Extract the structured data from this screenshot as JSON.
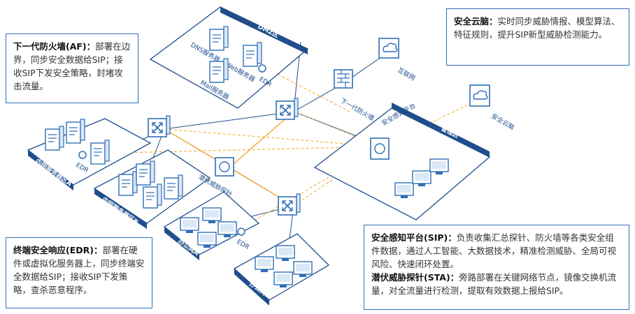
{
  "diagram": {
    "zones": {
      "dmz": "DMZ区",
      "mgmt": "管理区",
      "intranet_a": "内网服务器区A",
      "intranet_b": "内网服务器区B",
      "office_a": "办公网A",
      "office_b": "办公网B"
    },
    "nodes": {
      "dns": "DNS服务器",
      "web": "Web服务器",
      "mail": "Mail服务器",
      "edr": "EDR",
      "internet": "互联网",
      "ngfw": "下一代防火墙",
      "sip": "安全感知平台",
      "cloud_brain": "安全云脑",
      "sta": "潜伏威胁探针"
    }
  },
  "callouts": {
    "af": {
      "title": "下一代防火墙(AF)：",
      "body": "部署在边界，同步安全数据给SIP；接收SIP下发安全策略，封堵攻击流量。"
    },
    "cloud": {
      "title": "安全云脑：",
      "body": "实时同步威胁情报、模型算法、特征规则，提升SIP新型威胁检测能力。"
    },
    "edr": {
      "title": "终端安全响应(EDR)：",
      "body": "部署在硬件或虚拟化服务器上，同步终端安全数据给SIP；接收SIP下发策略，查杀恶意程序。"
    },
    "sip": {
      "title": "安全感知平台(SIP)：",
      "body": "负责收集汇总探针、防火墙等各类安全组件数据，通过人工智能、大数据技术，精准检测威胁、全局可视风险、快速闭环处置。"
    },
    "sta": {
      "title": "潜伏威胁探针(STA)：",
      "body": "旁路部署在关键网络节点，镜像交换机流量，对全流量进行检测，提取有效数据上报给SIP。"
    }
  },
  "colors": {
    "zone_fill": "#ffffff",
    "zone_stroke": "#1f4e8c",
    "zone_band": "#1f4e8c",
    "device": "#2f6fb6",
    "line_solid": "#1f4e8c",
    "line_dashed": "#f5a623",
    "line_sta": "#f5a623"
  }
}
